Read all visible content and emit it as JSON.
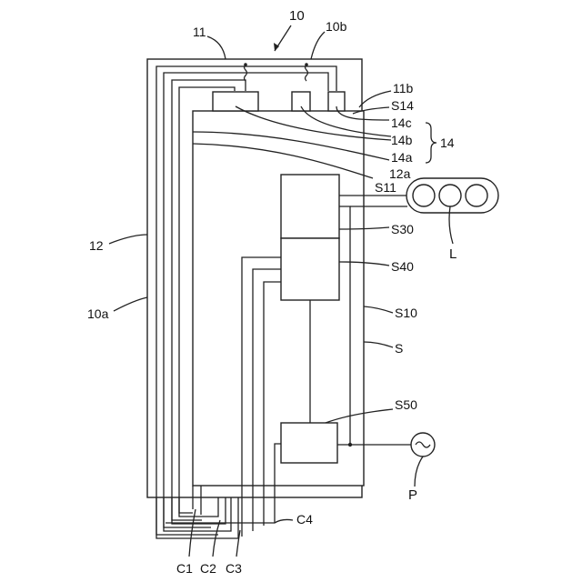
{
  "labels": {
    "main": "10",
    "l10a": "10a",
    "l10b": "10b",
    "l11": "11",
    "l11b": "11b",
    "l12": "12",
    "l12a": "12a",
    "l14": "14",
    "l14a": "14a",
    "l14b": "14b",
    "l14c": "14c",
    "s10": "S10",
    "s11": "S11",
    "s14": "S14",
    "s30": "S30",
    "s40": "S40",
    "s50": "S50",
    "s": "S",
    "L": "L",
    "P": "P",
    "c1": "C1",
    "c2": "C2",
    "c3": "C3",
    "c4": "C4"
  }
}
